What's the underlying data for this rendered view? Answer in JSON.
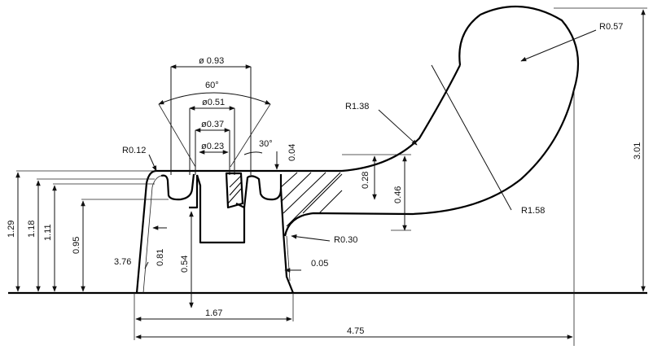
{
  "dimensions": {
    "d093": "ø 0.93",
    "a60": "60°",
    "d051": "ø0.51",
    "d037": "ø0.37",
    "d023": "ø0.23",
    "a30": "30°",
    "r012": "R0.12",
    "r138": "R1.38",
    "r057": "R0.57",
    "r158": "R1.58",
    "r030": "R0.30",
    "v004": "0.04",
    "v028": "0.28",
    "v046": "0.46",
    "v301": "3.01",
    "v129": "1.29",
    "v118": "1.18",
    "v111": "1.11",
    "v095": "0.95",
    "v376": "3.76",
    "v081": "0.81",
    "v054": "0.54",
    "v005": "0.05",
    "v167": "1.67",
    "v475": "4.75"
  }
}
